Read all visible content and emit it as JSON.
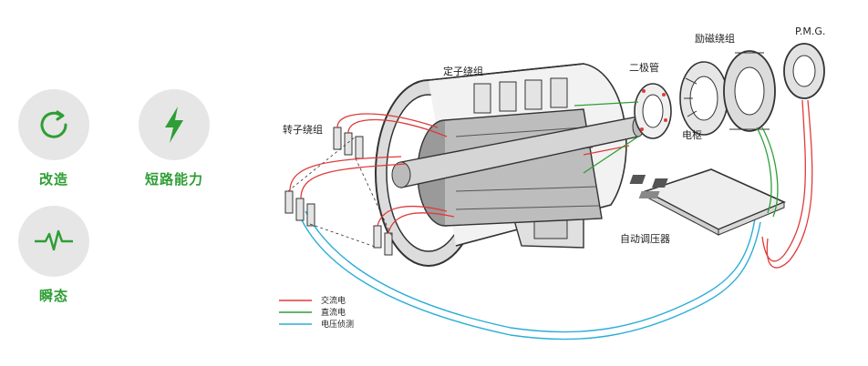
{
  "features": [
    {
      "icon": "refresh-icon",
      "label": "改造"
    },
    {
      "icon": "lightning-icon",
      "label": "短路能力"
    },
    {
      "icon": "waveform-icon",
      "label": "瞬态"
    }
  ],
  "components": {
    "stator_winding": "定子绕组",
    "rotor_winding": "转子绕组",
    "diode": "二极管",
    "exciter_winding": "励磁绕组",
    "pmg": "P.M.G.",
    "armature": "电枢",
    "avr": "自动调压器"
  },
  "legend": [
    {
      "label": "交流电",
      "color": "#e03a3a"
    },
    {
      "label": "直流电",
      "color": "#2e9e35"
    },
    {
      "label": "电压侦测",
      "color": "#2aaed8"
    }
  ],
  "colors": {
    "accent": "#2e9e35",
    "ac": "#e03a3a",
    "dc": "#2e9e35",
    "sense": "#2aaed8"
  }
}
